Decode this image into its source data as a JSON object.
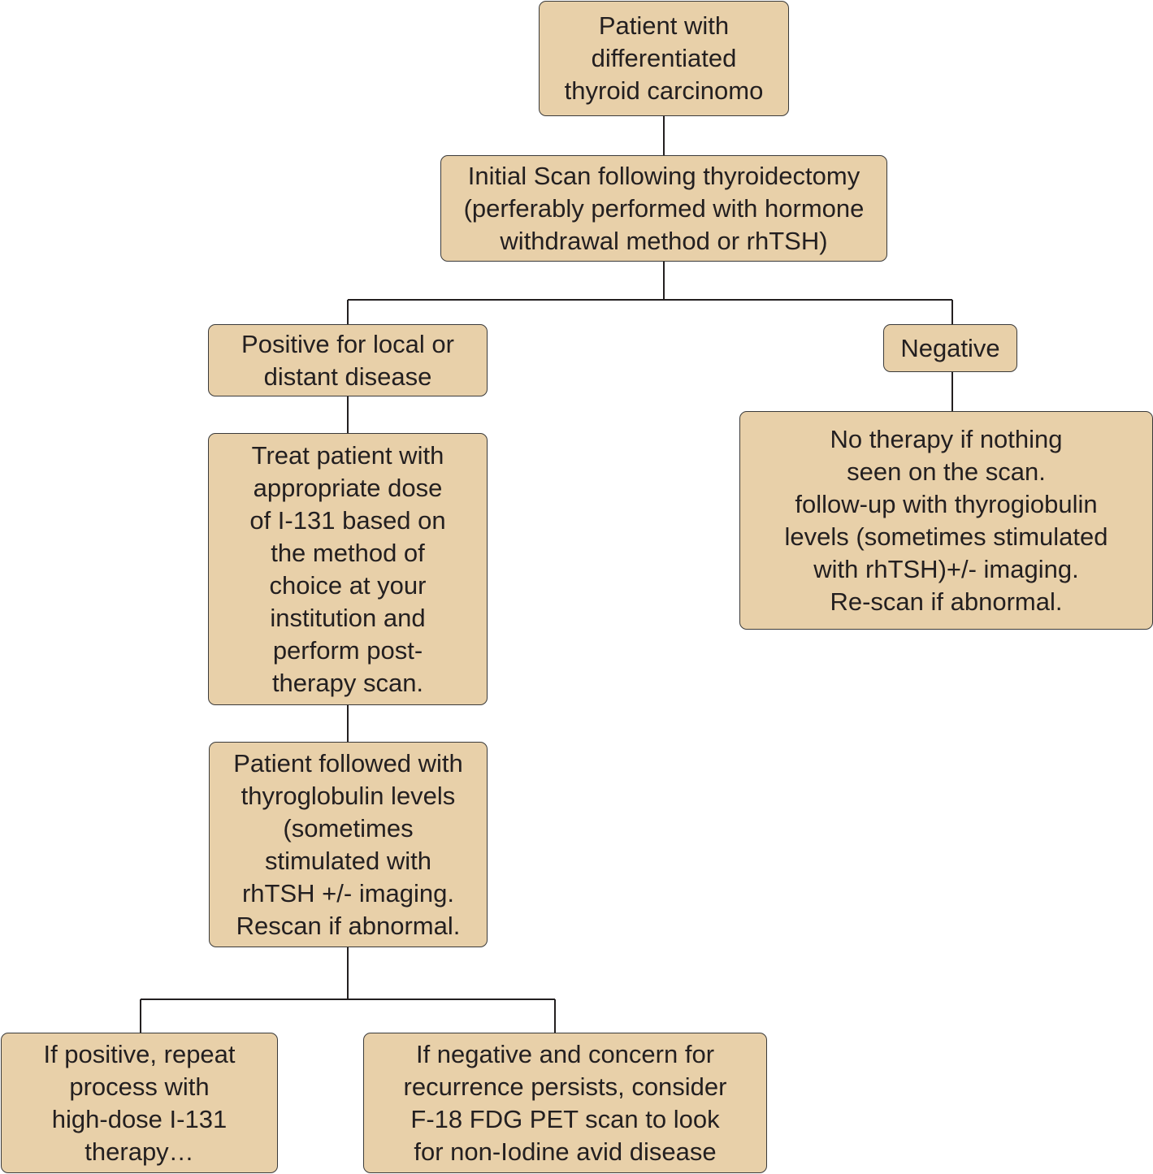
{
  "nodes": {
    "patient": "Patient with\ndifferentiated\nthyroid carcinomo",
    "initial_scan": "Initial Scan following thyroidectomy\n(perferably performed with hormone\nwithdrawal method or rhTSH)",
    "positive": "Positive for local or\ndistant disease",
    "negative": "Negative",
    "treat": "Treat patient with\nappropriate dose\nof I-131 based on\nthe method of\nchoice at your\ninstitution and\nperform post-\ntherapy scan.",
    "no_therapy": "No therapy if nothing\nseen on the scan.\nfollow-up with thyrogiobulin\nlevels (sometimes stimulated\nwith rhTSH)+/- imaging.\nRe-scan if abnormal.",
    "followed": "Patient followed with\nthyroglobulin levels\n(sometimes\nstimulated with\nrhTSH +/- imaging.\nRescan if abnormal.",
    "if_positive": "If positive, repeat\nprocess with\nhigh-dose I-131\ntherapy…",
    "if_negative": "If negative and concern for\nrecurrence persists, consider\nF-18 FDG PET scan to look\nfor non-Iodine avid disease"
  },
  "colors": {
    "node_fill": "#e8d0a9",
    "node_border": "#3a3a3a",
    "connector": "#231f20",
    "text": "#231f20"
  }
}
